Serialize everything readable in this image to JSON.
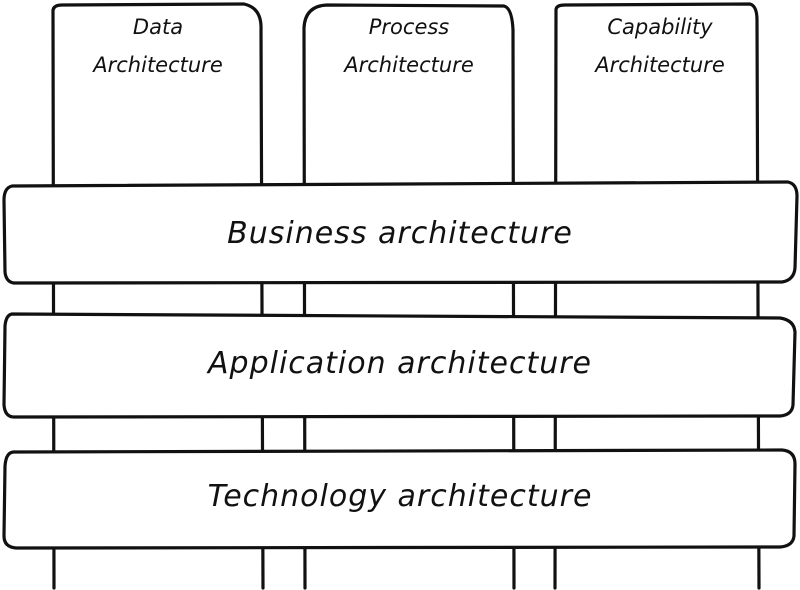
{
  "diagram": {
    "columns": [
      {
        "line1": "Data",
        "line2": "Architecture"
      },
      {
        "line1": "Process",
        "line2": "Architecture"
      },
      {
        "line1": "Capability",
        "line2": "Architecture"
      }
    ],
    "layers": [
      {
        "label": "Business architecture"
      },
      {
        "label": "Application architecture"
      },
      {
        "label": "Technology architecture"
      }
    ],
    "colors": {
      "stroke": "#111111",
      "fill": "#ffffff"
    }
  }
}
